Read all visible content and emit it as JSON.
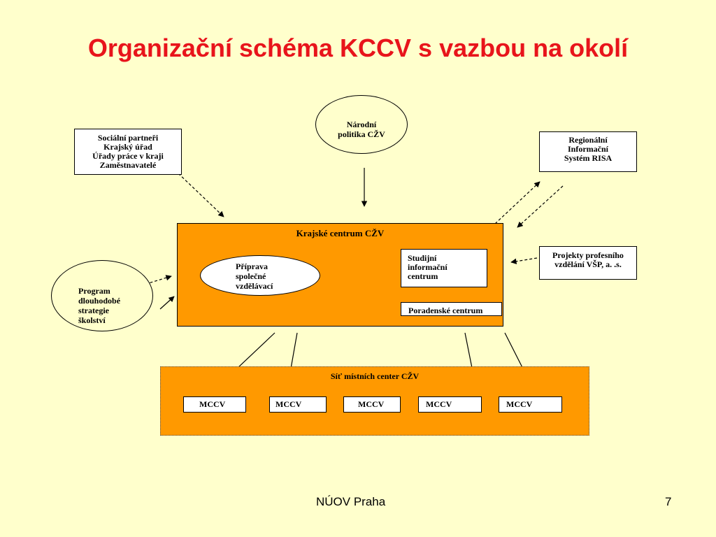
{
  "slide": {
    "title": "Organizační schéma KCCV s vazbou na okolí",
    "footer": "NÚOV Praha",
    "page_number": "7"
  },
  "nodes": {
    "narodni": {
      "lines": [
        "Národní",
        "politika CŽV"
      ]
    },
    "socialni": {
      "lines": [
        "Sociální partneři",
        "Krajský úřad",
        "Úřady práce v kraji",
        "Zaměstnavatelé"
      ]
    },
    "regionalni": {
      "lines": [
        "Regionální",
        "Informační",
        "Systém RISA"
      ]
    },
    "projekty": {
      "lines": [
        "Projekty profesního",
        "vzdělání VŠP, a. .s."
      ]
    },
    "program": {
      "lines": [
        "Program",
        "dlouhodobé",
        "strategie",
        "školství"
      ]
    },
    "krajske": {
      "label": "Krajské centrum CŽV",
      "priprava": {
        "lines": [
          "Příprava",
          "společné",
          "vzdělávací"
        ]
      },
      "studijni": {
        "lines": [
          "Studijní",
          "informační",
          "centrum"
        ]
      },
      "poradenske": "Poradenské centrum"
    },
    "sit": {
      "label": "Síť místních center CŽV",
      "mccv": [
        "MCCV",
        "MCCV",
        "MCCV",
        "MCCV",
        "MCCV"
      ]
    }
  },
  "colors": {
    "background": "#FFFFCC",
    "title": "#E8141B",
    "orange": "#FF9900",
    "ellipse_fill": "#FFFFCC"
  }
}
